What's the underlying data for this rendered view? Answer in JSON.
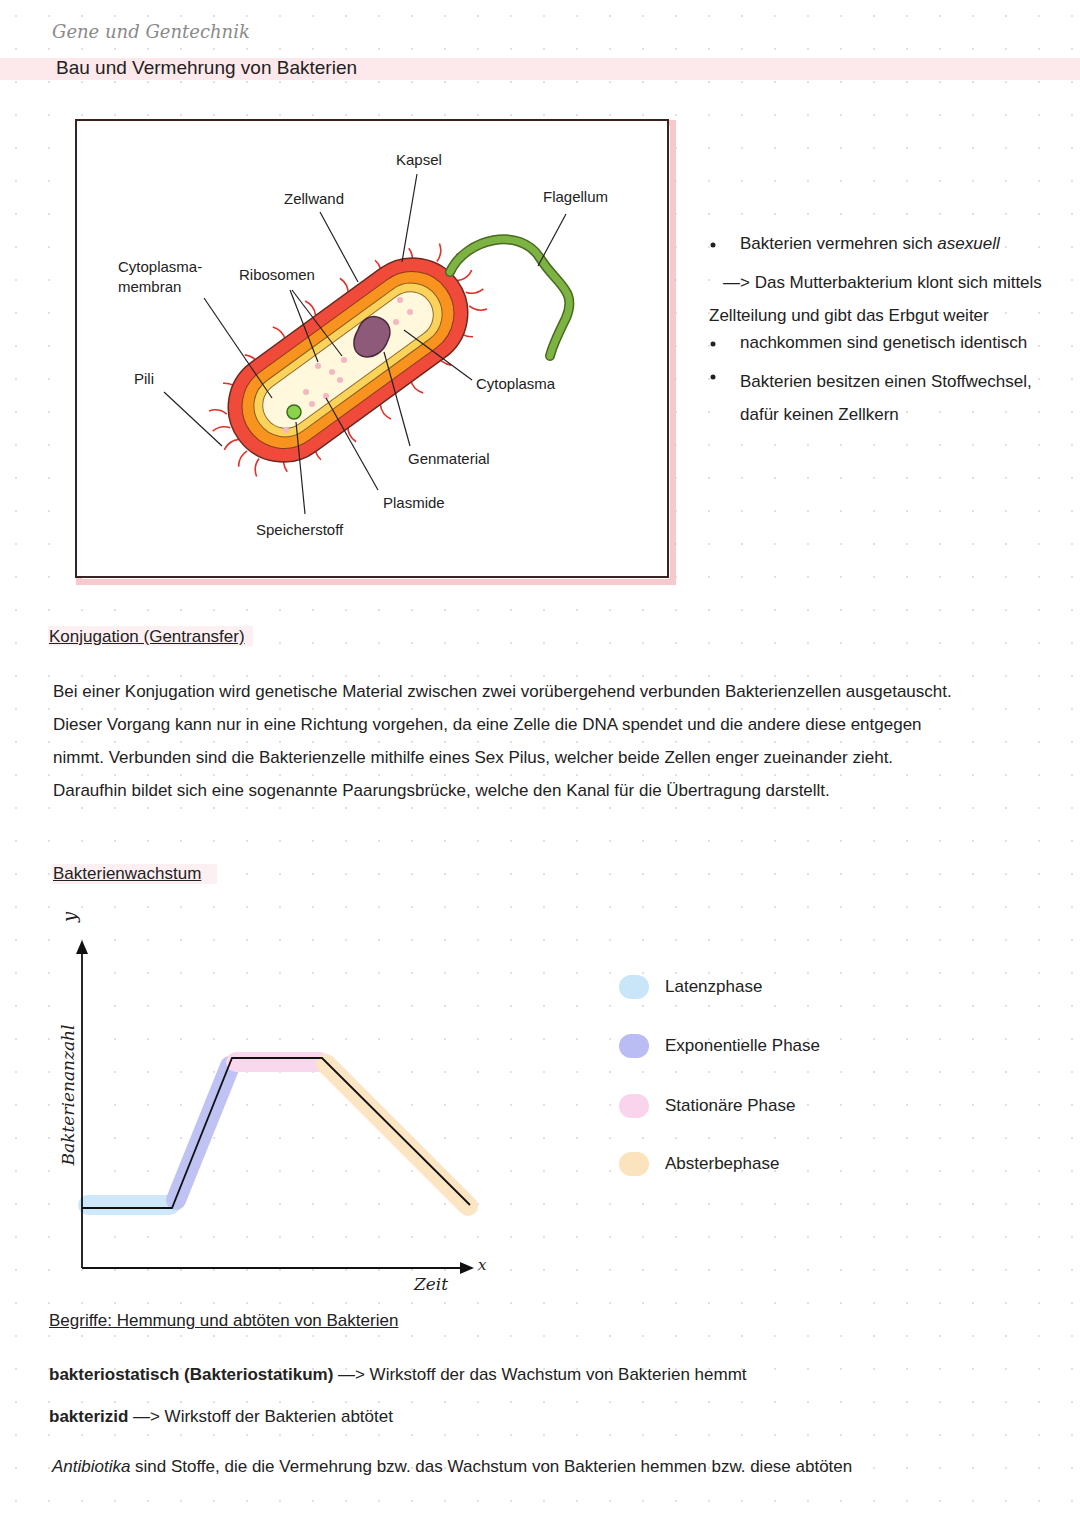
{
  "diagram": {
    "title": "Bau und Vermehrung von Bakterien",
    "labels": [
      "Gene und Gentechnik",
      "Kapsel",
      "Zellwand",
      "Flagellum",
      "Cytoplasma- membran",
      "Ribosomen",
      "Pili",
      "Cytoplasma",
      "Genmaterial",
      "Plasmide",
      "Speicherstoff",
      "Bakterien vermehren sich",
      "asexuell",
      "—> Das Mutterbakterium klont sich mittels Zellteilung und gibt das Erbgut weiter",
      "nachkommen sind genetisch identisch",
      "Bakterien besitzen einen Stoffwechsel, dafür keinen Zellkern",
      "Konjugation (Gentransfer)",
      "Bei einer Konjugation wird genetische Material zwischen zwei vorübergehend verbunden Bakterienzellen ausgetauscht. Dieser Vorgang kann nur in eine Richtung vorgehen, da eine Zelle die DNA spendet und die andere diese entgegen nimmt. Verbunden sind die Bakterienzelle mithilfe eines Sex Pilus, welcher beide Zellen enger zueinander zieht. Daraufhin bildet sich eine sogenannte Paarungsbrücke, welche den Kanal für die Übertragung darstellt.",
      "Bakterienwachstum",
      "y",
      "Bakterienanzahl",
      "Zeit",
      "x",
      "Begriffe: Hemmung und abtöten von Bakterien",
      "bakteriostatisch (Bakteriostatikum)",
      "—> Wirkstoff der das Wachstum von Bakterien hemmt",
      "bakterizid",
      "—> Wirkstoff der Bakterien abtötet",
      "Antibiotika",
      "sind Stoffe, die die Vermehrung bzw. das Wachstum von Bakterien hemmen bzw. diese abtöten"
    ],
    "legend": [
      {
        "text": "Latenzphase",
        "color": "#c9e6f9"
      },
      {
        "text": "Exponentielle Phase",
        "color": "#b9bdf3"
      },
      {
        "text": "Stationäre Phase",
        "color": "#f9d4ec"
      },
      {
        "text": "Absterbephase",
        "color": "#fbe3bd"
      }
    ]
  }
}
